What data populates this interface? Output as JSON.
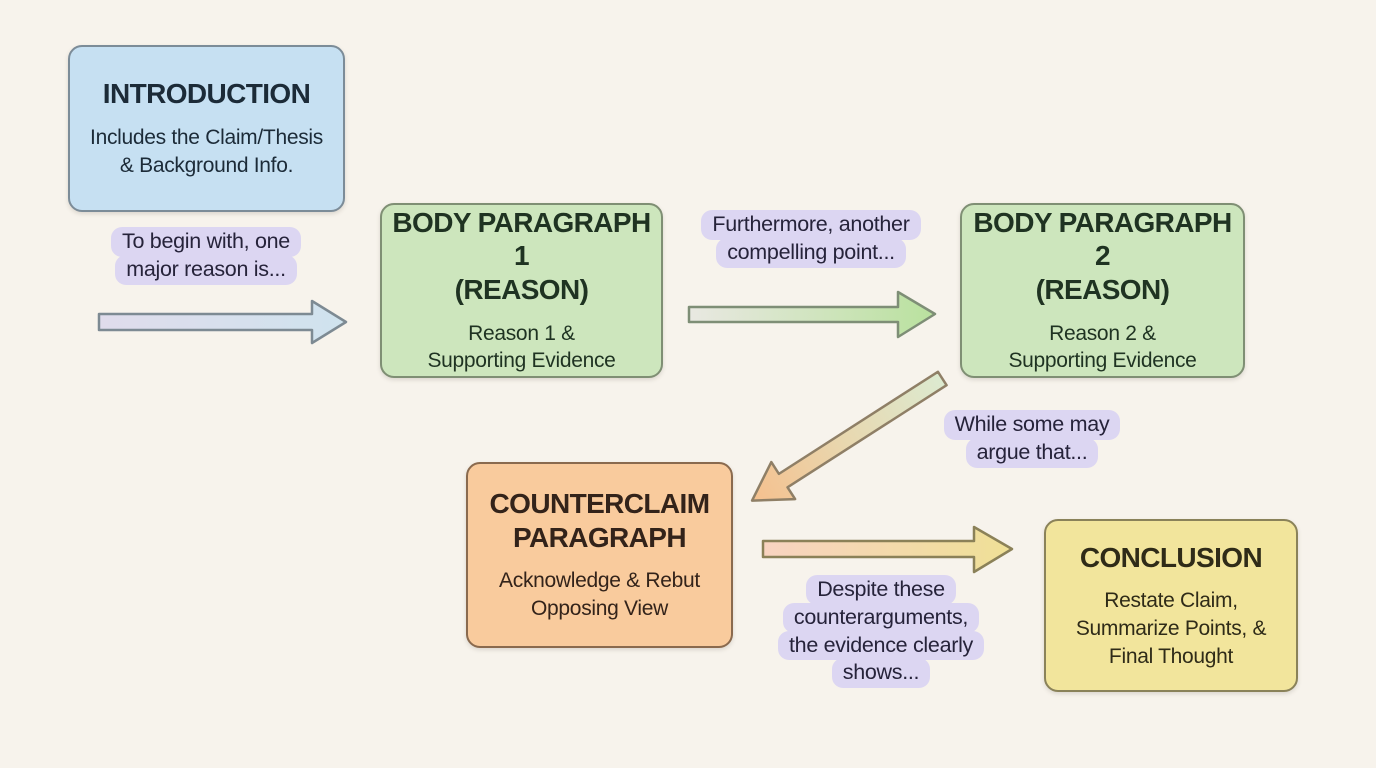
{
  "canvas": {
    "background": "#f7f3ec"
  },
  "boxes": {
    "intro": {
      "title": "INTRODUCTION",
      "body": "Includes the Claim/Thesis\n& Background Info.",
      "fill": "#c6e0f2",
      "border": "#7c8c98",
      "text": "#1c2b38"
    },
    "bp1": {
      "title": "BODY PARAGRAPH 1\n(REASON)",
      "body": "Reason 1 &\nSupporting Evidence",
      "fill": "#cde6bd",
      "border": "#7f8f74",
      "text": "#1f3322"
    },
    "bp2": {
      "title": "BODY PARAGRAPH 2\n(REASON)",
      "body": "Reason 2 &\nSupporting Evidence",
      "fill": "#cde6bd",
      "border": "#7f8f74",
      "text": "#1f3322"
    },
    "counterclaim": {
      "title": "COUNTERCLAIM\nPARAGRAPH",
      "body": "Acknowledge & Rebut\nOpposing View",
      "fill": "#f9cb9d",
      "border": "#8a6a4e",
      "text": "#33231a"
    },
    "conclusion": {
      "title": "CONCLUSION",
      "body": "Restate Claim,\nSummarize Points, &\nFinal Thought",
      "fill": "#f2e59c",
      "border": "#8a8259",
      "text": "#2f2b18"
    }
  },
  "pills": {
    "p1": {
      "lines": [
        "To begin with, one",
        "major reason is..."
      ],
      "fill": "#dcd6f2",
      "text": "#26233a"
    },
    "p2": {
      "lines": [
        "Furthermore, another",
        "compelling point..."
      ],
      "fill": "#dcd6f2",
      "text": "#26233a"
    },
    "p3": {
      "lines": [
        "While some may",
        "argue that..."
      ],
      "fill": "#dcd6f2",
      "text": "#26233a"
    },
    "p4": {
      "lines": [
        "Despite these",
        "counterarguments,",
        "the evidence clearly",
        "shows..."
      ],
      "fill": "#dcd6f2",
      "text": "#26233a"
    }
  },
  "arrows": {
    "a1": {
      "from": "#e0dcec",
      "to": "#cfe3ee",
      "stroke": "#7d8a93"
    },
    "a2": {
      "from": "#e9e8e2",
      "to": "#b9e19e",
      "stroke": "#7e8e76"
    },
    "a3": {
      "from": "#dcead0",
      "mid": "#e8d8b0",
      "to": "#f5c08e",
      "stroke": "#8f7f66"
    },
    "a4": {
      "from": "#f8d3c1",
      "to": "#efe096",
      "stroke": "#8b8158"
    }
  }
}
